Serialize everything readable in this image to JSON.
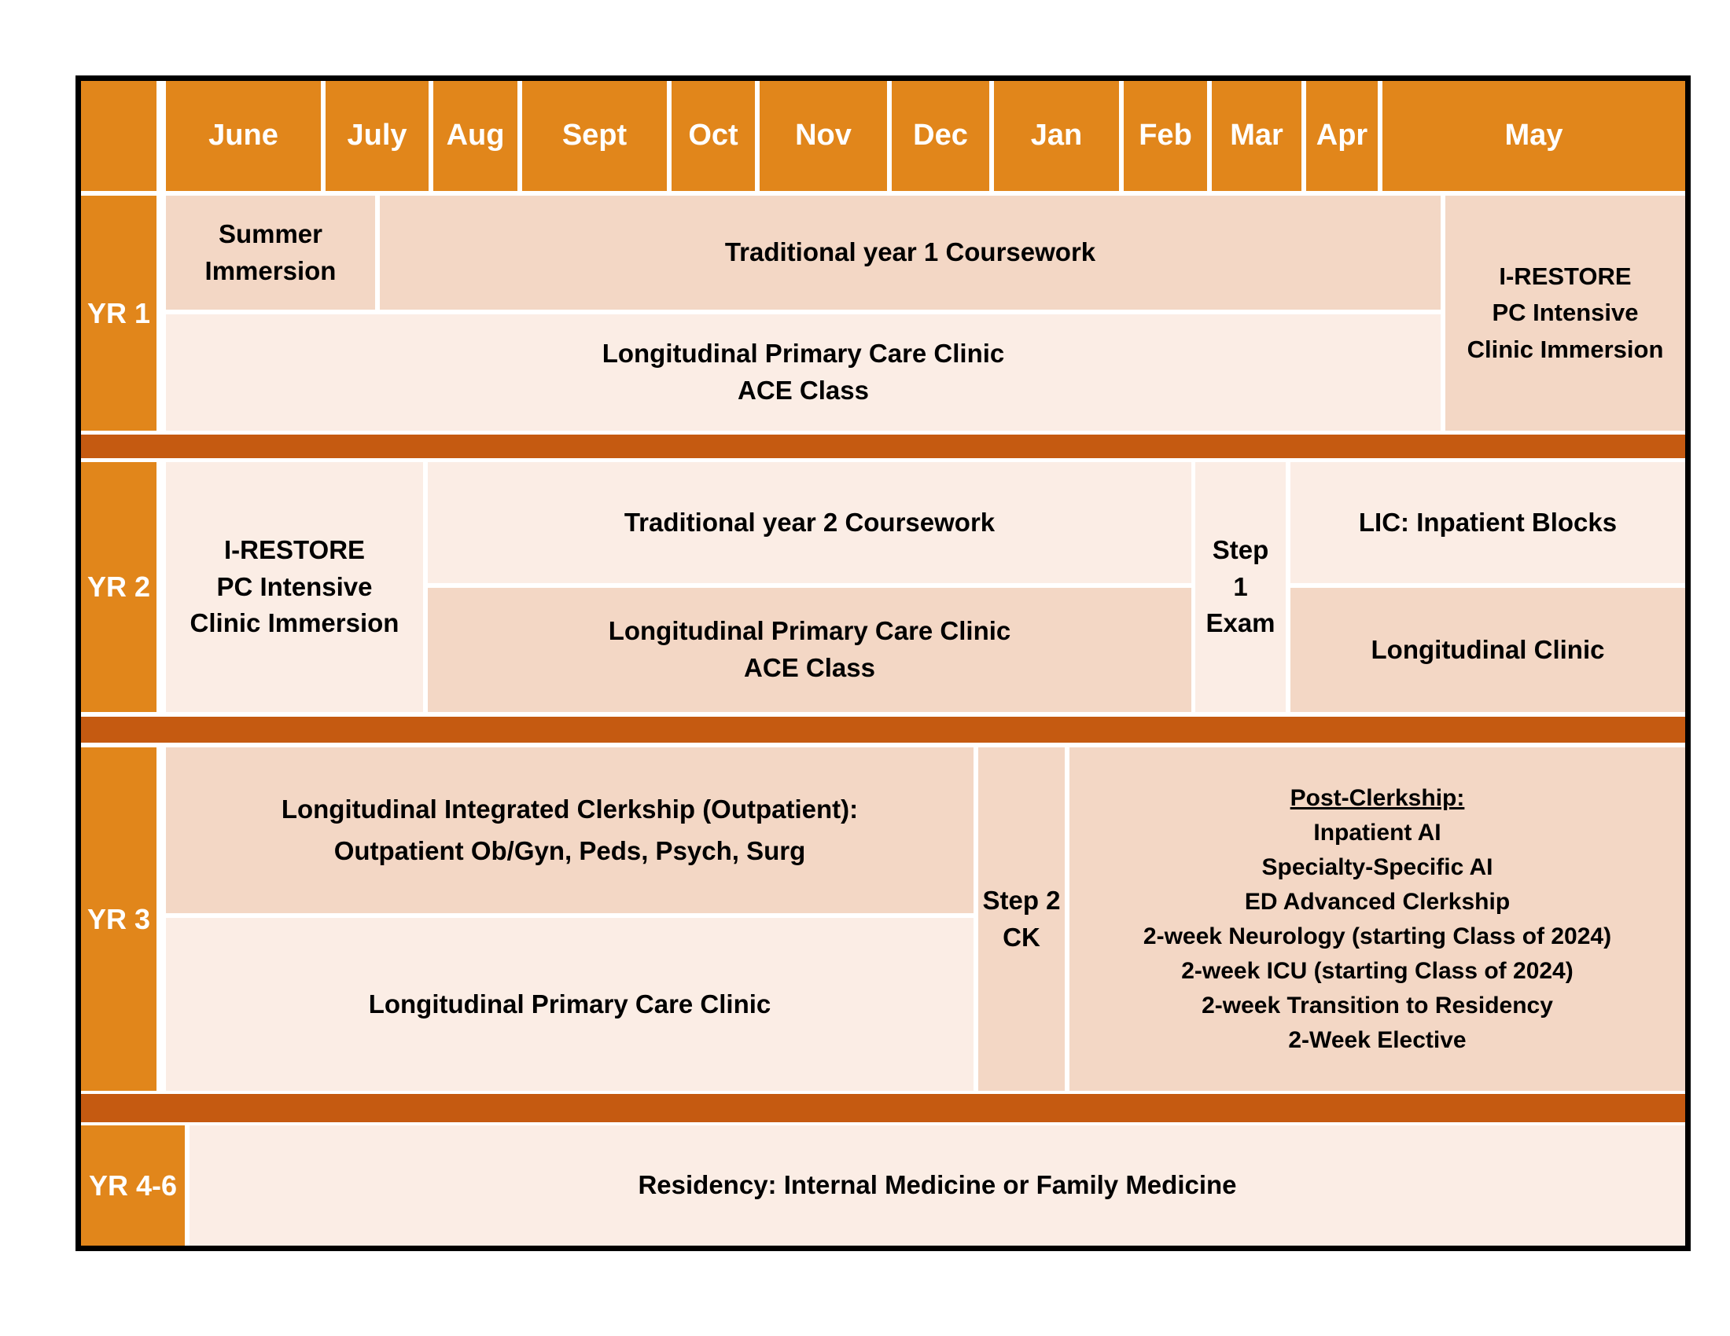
{
  "months": [
    "June",
    "July",
    "Aug",
    "Sept",
    "Oct",
    "Nov",
    "Dec",
    "Jan",
    "Feb",
    "Mar",
    "Apr",
    "May"
  ],
  "yr1": {
    "label": "YR 1",
    "summer_immersion": "Summer\nImmersion",
    "traditional": "Traditional year 1 Coursework",
    "lpc_ace": "Longitudinal Primary Care Clinic\nACE Class",
    "irestore": "I-RESTORE\nPC Intensive\nClinic Immersion"
  },
  "yr2": {
    "label": "YR 2",
    "irestore": "I-RESTORE\nPC Intensive\nClinic Immersion",
    "traditional": "Traditional year 2 Coursework",
    "lpc_ace": "Longitudinal Primary Care Clinic\nACE Class",
    "step1_exam": "Step\n1 Exam",
    "lic_inpatient": "LIC: Inpatient Blocks",
    "longitudinal_clinic": "Longitudinal Clinic"
  },
  "yr3": {
    "label": "YR 3",
    "lic_outpatient": "Longitudinal Integrated Clerkship (Outpatient):\nOutpatient Ob/Gyn, Peds, Psych, Surg",
    "lpc": "Longitudinal Primary Care Clinic",
    "step2_ck": "Step 2\nCK",
    "post_clerkship_title": "Post-Clerkship:",
    "post_clerkship_items": [
      "Inpatient AI",
      "Specialty-Specific AI",
      "ED Advanced Clerkship",
      "2-week Neurology (starting Class of 2024)",
      "2-week ICU (starting Class of 2024)",
      "2-week Transition to Residency",
      "2-Week Elective"
    ]
  },
  "yr46": {
    "label": "YR 4-6",
    "residency": "Residency: Internal Medicine or Family Medicine"
  },
  "colors": {
    "header_orange": "#E1861B",
    "divider_orange": "#C55A11",
    "cell_dark_pink": "#F3D7C5",
    "cell_light_pink": "#FBEDE5",
    "grid_white": "#FFFFFF",
    "border_black": "#000000"
  }
}
